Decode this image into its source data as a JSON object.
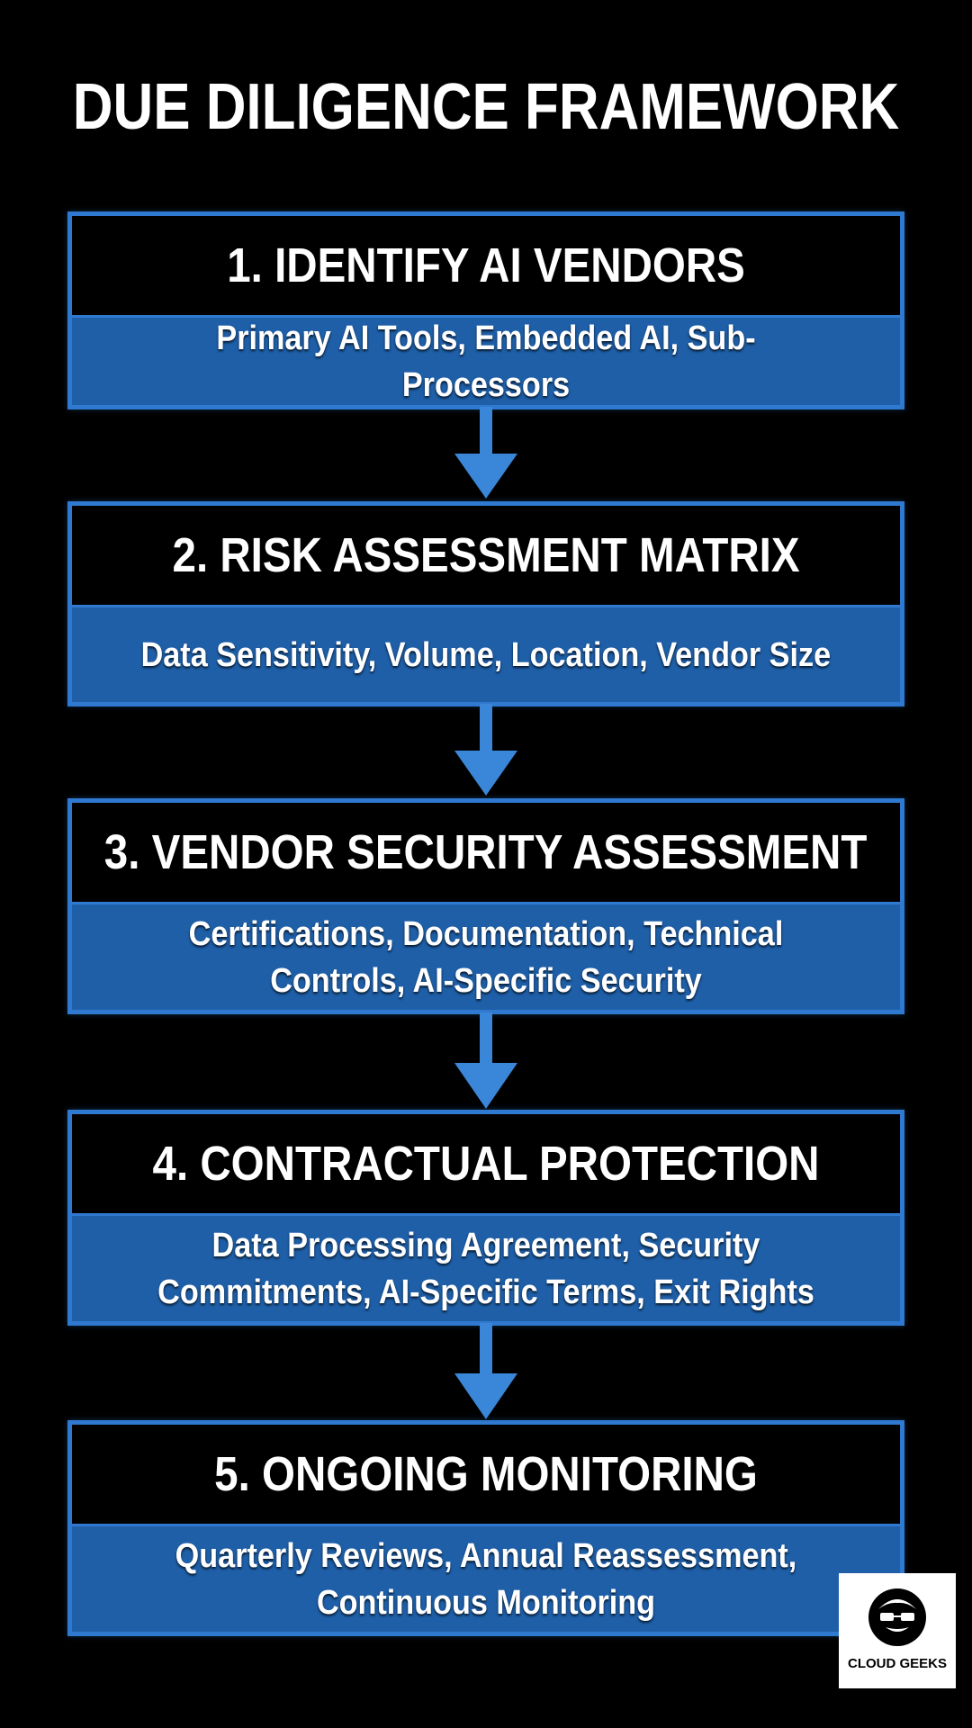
{
  "title": "DUE DILIGENCE FRAMEWORK",
  "steps": [
    {
      "heading": "1. IDENTIFY AI VENDORS",
      "detail": "Primary AI Tools, Embedded AI, Sub-Processors"
    },
    {
      "heading": "2. RISK ASSESSMENT MATRIX",
      "detail": "Data Sensitivity, Volume, Location, Vendor Size"
    },
    {
      "heading": "3. VENDOR SECURITY ASSESSMENT",
      "detail": "Certifications, Documentation, Technical Controls, AI-Specific Security"
    },
    {
      "heading": "4. CONTRACTUAL PROTECTION",
      "detail": "Data Processing Agreement, Security Commitments, AI-Specific Terms, Exit Rights"
    },
    {
      "heading": "5. ONGOING MONITORING",
      "detail": "Quarterly Reviews, Annual Reassessment, Continuous Monitoring"
    }
  ],
  "logo": {
    "text": "CLOUD GEEKS",
    "icon": "geek-avatar-icon"
  },
  "colors": {
    "background": "#000000",
    "box_border": "#2f7ad0",
    "box_fill": "#1e5fa8",
    "arrow": "#3a86d8"
  }
}
